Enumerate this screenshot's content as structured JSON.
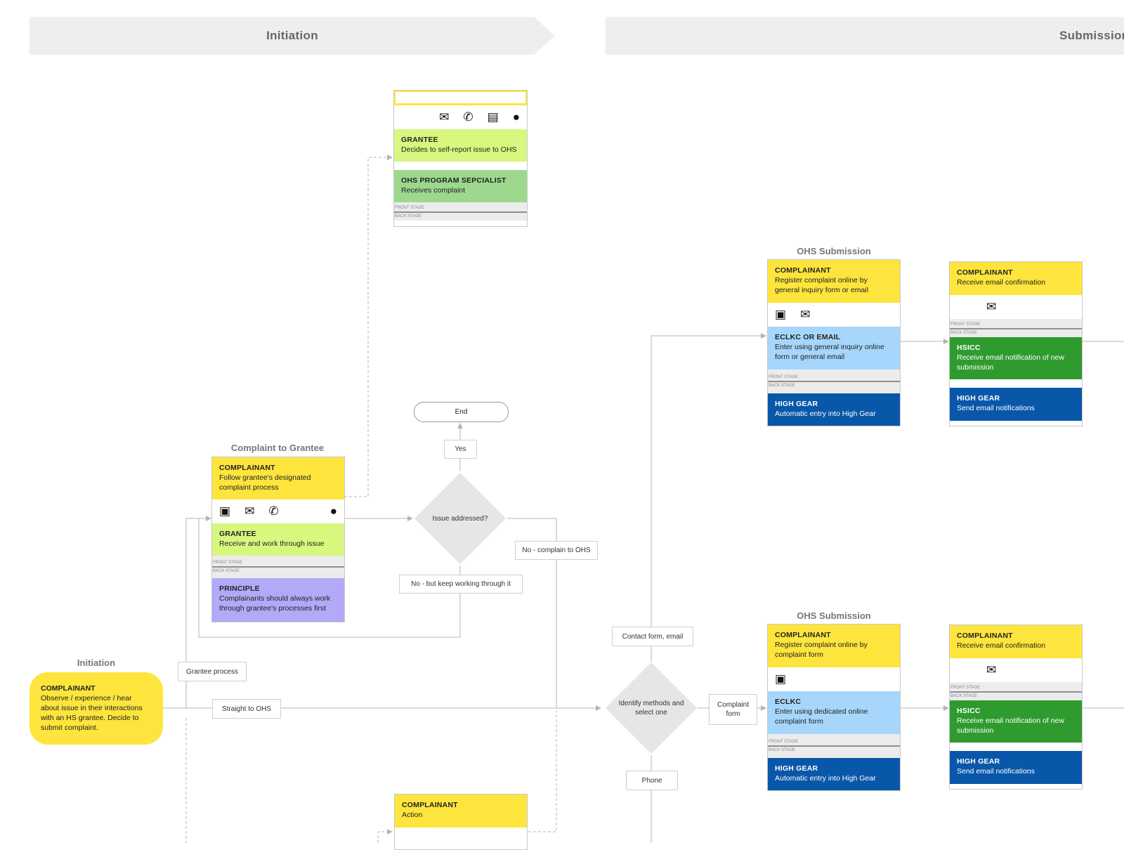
{
  "phases": {
    "initiation": "Initiation",
    "submission": "Submission"
  },
  "sections": {
    "initiation": "Initiation",
    "complaint_to_grantee": "Complaint to Grantee",
    "ohs_submission_1": "OHS Submission",
    "ohs_submission_2": "OHS Submission"
  },
  "stage": {
    "front": "FRONT STAGE",
    "back": "BACK STAGE"
  },
  "cards": {
    "grantee_self": {
      "role": "GRANTEE",
      "text": "Decides to self-report issue to OHS"
    },
    "ohs_specialist": {
      "role": "OHS PROGRAM SEPCIALIST",
      "text": "Receives complaint"
    },
    "ctg_complainant": {
      "role": "COMPLAINANT",
      "text": "Follow grantee's designated complaint process"
    },
    "ctg_grantee": {
      "role": "GRANTEE",
      "text": "Receive and work through issue"
    },
    "ctg_principle": {
      "role": "PRINCIPLE",
      "text": "Complainants should always work through grantee's processes first"
    },
    "init_complainant": {
      "role": "COMPLAINANT",
      "text": "Observe / experience / hear about issue in their interactions with an HS grantee. Decide to submit complaint."
    },
    "s1_complainant": {
      "role": "COMPLAINANT",
      "text": "Register complaint online by general inquiry form or email"
    },
    "s1_eclkc": {
      "role": "ECLKC OR EMAIL",
      "text": "Enter using general inquiry online form or general email"
    },
    "s1_highgear": {
      "role": "HIGH GEAR",
      "text": "Automatic entry into High Gear"
    },
    "s1b_complainant": {
      "role": "COMPLAINANT",
      "text": "Receive email confirmation"
    },
    "s1b_hsicc": {
      "role": "HSICC",
      "text": "Receive email notification of new submission"
    },
    "s1b_highgear": {
      "role": "HIGH GEAR",
      "text": "Send email notifications"
    },
    "s2_complainant": {
      "role": "COMPLAINANT",
      "text": "Register complaint online by complaint form"
    },
    "s2_eclkc": {
      "role": "ECLKC",
      "text": "Enter using dedicated online complaint form"
    },
    "s2_highgear": {
      "role": "HIGH GEAR",
      "text": "Automatic entry into High Gear"
    },
    "s2b_complainant": {
      "role": "COMPLAINANT",
      "text": "Receive email confirmation"
    },
    "s2b_hsicc": {
      "role": "HSICC",
      "text": "Receive email notification of new submission"
    },
    "s2b_highgear": {
      "role": "HIGH GEAR",
      "text": "Send email notifications"
    },
    "bottom_complainant": {
      "role": "COMPLAINANT",
      "text": "Action"
    }
  },
  "nodes": {
    "end": "End",
    "yes": "Yes",
    "issue_addressed": "Issue addressed?",
    "no_complain": "No - complain to OHS",
    "no_keep": "No - but keep working through it",
    "grantee_process": "Grantee process",
    "straight_to_ohs": "Straight to OHS",
    "contact_form": "Contact form, email",
    "identify_methods": "Identify methods and select one",
    "complaint_form": "Complaint form",
    "phone": "Phone"
  },
  "icons": {
    "email": "email-icon",
    "phone": "phone-icon",
    "chat": "chat-icon",
    "person": "person-icon",
    "web_form": "web-form-icon"
  },
  "colors": {
    "yellow": "#fde53d",
    "lime": "#d7f77f",
    "green": "#9dd88e",
    "light_blue": "#a6d6fb",
    "dark_green": "#2f9b2f",
    "navy": "#0957a8",
    "purple": "#b2a9f8"
  }
}
